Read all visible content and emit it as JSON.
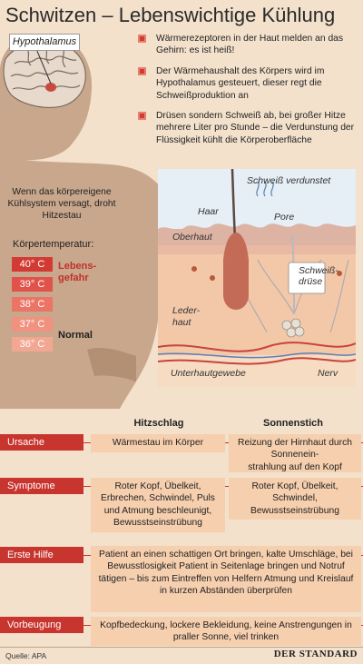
{
  "title": "Schwitzen – Lebenswichtige Kühlung",
  "brain_label": "Hypothalamus",
  "bullets": [
    "Wärmerezeptoren in der Haut melden an das Gehirn: es ist heiß!",
    "Der Wärmehaushalt des Körpers wird im Hypothalamus gesteuert, dieser regt die Schweißproduktion an",
    "Drüsen sondern Schweiß ab, bei großer Hitze mehrere Liter pro Stunde – die Verdunstung der Flüssigkeit kühlt die Körperoberfläche"
  ],
  "heat_note": "Wenn das körpereigene Kühlsystem versagt, droht Hitzestau",
  "temperature": {
    "heading": "Körpertemperatur:",
    "levels": [
      {
        "label": "40° C",
        "color": "#d33a33"
      },
      {
        "label": "39° C",
        "color": "#e1524a"
      },
      {
        "label": "38° C",
        "color": "#ec7466"
      },
      {
        "label": "37° C",
        "color": "#f0927f"
      },
      {
        "label": "36° C",
        "color": "#f3a792"
      }
    ],
    "danger_label": "Lebens-\ngefahr",
    "normal_label": "Normal"
  },
  "skin": {
    "labels": {
      "sweat_evaporates": "Schweiß verdunstet",
      "hair": "Haar",
      "pore": "Pore",
      "epidermis": "Oberhaut",
      "sweat_gland": "Schweiß-\ndrüse",
      "dermis": "Leder-\nhaut",
      "subcutis": "Unterhautgewebe",
      "nerve": "Nerv"
    }
  },
  "table": {
    "col_heads": [
      "Hitzschlag",
      "Sonnenstich"
    ],
    "rows": [
      {
        "label": "Ursache",
        "cells": [
          "Wärmestau im Körper",
          "Reizung der Hirnhaut durch Sonnenein-\nstrahlung auf den Kopf"
        ]
      },
      {
        "label": "Symptome",
        "cells": [
          "Roter Kopf, Übelkeit, Erbrechen, Schwindel, Puls und Atmung beschleunigt, Bewusstseinstrübung",
          "Roter Kopf, Übelkeit, Schwindel, Bewusstseinstrübung"
        ]
      },
      {
        "label": "Erste Hilfe",
        "merged": "Patient an einen schattigen Ort bringen, kalte Umschläge, bei Bewusstlosigkeit Patient in Seitenlage bringen und Notruf tätigen – bis zum Eintreffen von Helfern Atmung und Kreislauf in kurzen Abständen überprüfen"
      },
      {
        "label": "Vorbeugung",
        "merged": "Kopfbedeckung, lockere Bekleidung, keine Anstrengungen in praller Sonne, viel trinken"
      }
    ]
  },
  "footer": {
    "source": "Quelle: APA",
    "brand": "DER STANDARD"
  },
  "colors": {
    "background": "#f3e1cc",
    "body_silhouette": "#c8a78c",
    "accent_red": "#c8342e",
    "cell_fill": "#f6cfae"
  }
}
